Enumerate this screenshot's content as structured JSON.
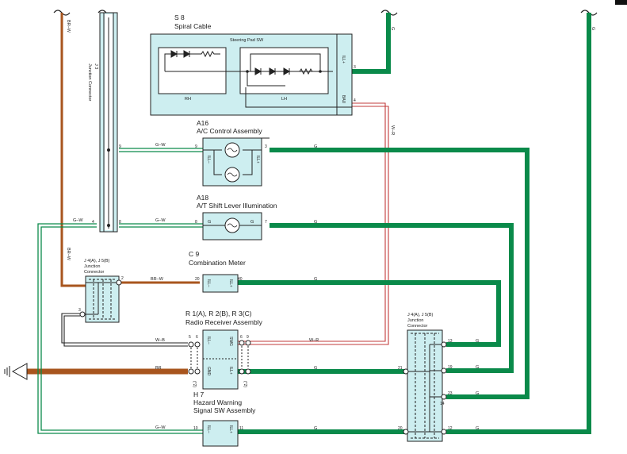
{
  "colors": {
    "green": "#0a8a4a",
    "brown": "#a8551e",
    "red": "#c23b3b",
    "component_fill": "#cdeef0",
    "line": "#222222"
  },
  "components": {
    "s8": {
      "code": "S 8",
      "name": "Spiral Cable",
      "inner": "Steering Pad SW",
      "rh": "RH",
      "lh": "LH",
      "pin_ill": "ILL+",
      "pin_ill_num": "3",
      "pin_bau": "BAU",
      "pin_bau_num": "4"
    },
    "j3": {
      "code": "J 3",
      "name": "Junction Connector"
    },
    "a16": {
      "code": "A16",
      "name": "A/C Control Assembly",
      "pin_minus": "ILL–",
      "pin_plus": "ILL+",
      "pin_left": "9",
      "pin_right": "3"
    },
    "a18": {
      "code": "A18",
      "name": "A/T Shift Lever Illumination",
      "pin_left_label": "G",
      "pin_right_label": "G",
      "pin_left": "8",
      "pin_right": "7"
    },
    "j4_left": {
      "code": "J 4(A), J 5(B)",
      "name": "Junction",
      "name2": "Connector",
      "pin_a": "2",
      "pin_b": "3"
    },
    "c9": {
      "code": "C 9",
      "name": "Combination Meter",
      "pin_minus": "ILL–",
      "pin_plus": "ILL+",
      "pin_left": "20",
      "pin_right": "40"
    },
    "r1": {
      "code": "R 1(A), R 2(B), R 3(C)",
      "name": "Radio Receiver Assembly",
      "pin_ill_minus": "ILL–",
      "pin_swg": "SWG",
      "pin_gnd": "GND",
      "pin_ill_plus": "ILL+",
      "pin_l1": "5",
      "pin_l2": "6",
      "pin_r1": "6",
      "pin_r2": "9",
      "note_c": "(*2)"
    },
    "h7": {
      "code": "H 7",
      "name": "Hazard Warning",
      "name2": "Signal SW Assembly",
      "pin_minus": "ILL–",
      "pin_plus": "ILL+",
      "pin_left": "10",
      "pin_right": "11"
    },
    "j4_right": {
      "code": "J 4(A), J 5(B)",
      "name": "Junction",
      "name2": "Connector",
      "pins": [
        "13",
        "19",
        "23",
        "14",
        "12",
        "20",
        "21"
      ]
    }
  },
  "wires": {
    "br_w": "BR–W",
    "g_w": "G–W",
    "g": "G",
    "w_r": "W–R",
    "w_b": "W–B",
    "br": "BR"
  }
}
